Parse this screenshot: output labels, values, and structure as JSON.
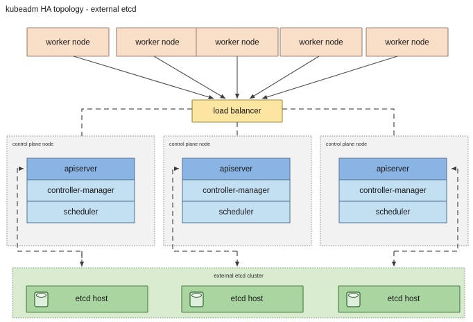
{
  "title": "kubeadm HA topology - external etcd",
  "colors": {
    "worker_fill": "#fadfc8",
    "worker_stroke": "#9a8273",
    "lb_fill": "#fce5a0",
    "lb_stroke": "#9c8840",
    "apiserver_fill": "#8ab4e3",
    "component_fill": "#c3dff2",
    "component_stroke": "#5a7a99",
    "control_plane_fill": "#f2f2f2",
    "control_plane_stroke": "#8c8c8c",
    "etcd_cluster_fill": "#d9ecd0",
    "etcd_host_fill": "#a9d6a0",
    "etcd_host_stroke": "#4e7a45",
    "line": "#4d4d4d",
    "dashed_line": "#555555",
    "text": "#1a1a1a",
    "background": "#ffffff"
  },
  "worker_nodes": [
    {
      "label": "worker node"
    },
    {
      "label": "worker node"
    },
    {
      "label": "worker node"
    },
    {
      "label": "worker node"
    },
    {
      "label": "worker node"
    }
  ],
  "load_balancer": {
    "label": "load balancer"
  },
  "control_planes": [
    {
      "group_label": "control plane node",
      "components": [
        {
          "label": "apiserver",
          "kind": "apiserver"
        },
        {
          "label": "controller-manager",
          "kind": "component"
        },
        {
          "label": "scheduler",
          "kind": "component"
        }
      ]
    },
    {
      "group_label": "control plane node",
      "components": [
        {
          "label": "apiserver",
          "kind": "apiserver"
        },
        {
          "label": "controller-manager",
          "kind": "component"
        },
        {
          "label": "scheduler",
          "kind": "component"
        }
      ]
    },
    {
      "group_label": "control plane node",
      "components": [
        {
          "label": "apiserver",
          "kind": "apiserver"
        },
        {
          "label": "controller-manager",
          "kind": "component"
        },
        {
          "label": "scheduler",
          "kind": "component"
        }
      ]
    }
  ],
  "etcd_cluster": {
    "label": "external etcd cluster",
    "hosts": [
      {
        "label": "etcd host",
        "icon": "database-cylinder-icon"
      },
      {
        "label": "etcd host",
        "icon": "database-cylinder-icon"
      },
      {
        "label": "etcd host",
        "icon": "database-cylinder-icon"
      }
    ]
  }
}
